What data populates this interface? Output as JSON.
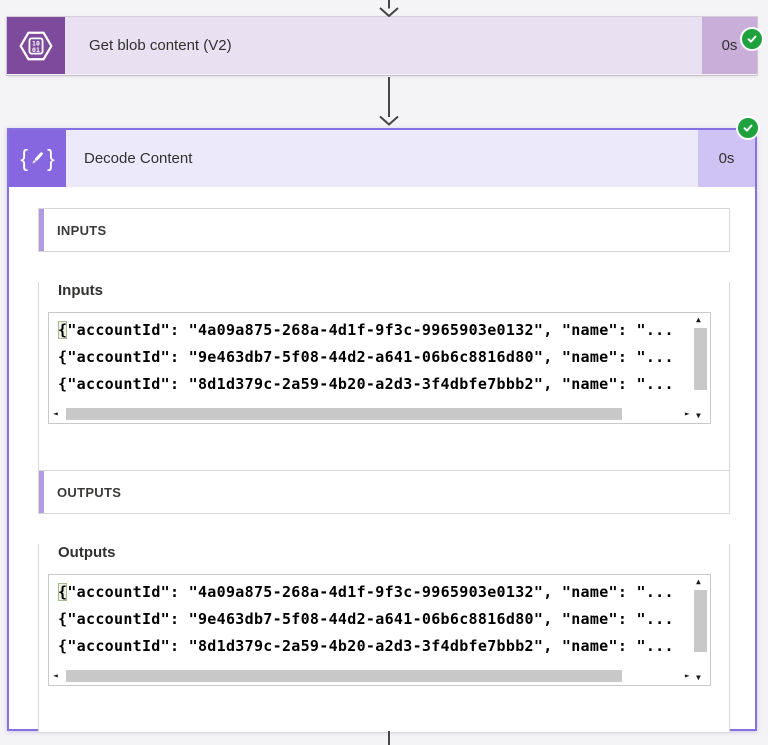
{
  "canvas": {
    "background": "#f4f3f6"
  },
  "status": {
    "state": "Succeeded",
    "success_color": "#1fa23e"
  },
  "scrollbar": {
    "up": "▲",
    "down": "▼",
    "left": "◄",
    "right": "►"
  },
  "card_get_blob": {
    "title": "Get blob content (V2)",
    "duration": "0s",
    "icon": {
      "name": "azure-blob-storage-icon",
      "digits_top": "10",
      "digits_bottom": "01"
    },
    "colors": {
      "icon_bg": "#7e4b9c",
      "header_bg": "#e9e0f2",
      "duration_bg": "#c9aeda"
    }
  },
  "card_decode": {
    "title": "Decode Content",
    "duration": "0s",
    "icon": {
      "name": "data-operations-icon",
      "brace_open": "{",
      "brace_close": "}"
    },
    "colors": {
      "icon_bg": "#8767df",
      "header_bg": "#ece9fb",
      "duration_bg": "#cfc3f3",
      "border": "#8671e3"
    },
    "sections": [
      {
        "header": "INPUTS",
        "label": "Inputs",
        "code": {
          "cursor_char": "{",
          "line1_rest": "\"accountId\": \"4a09a875-268a-4d1f-9f3c-9965903e0132\", \"name\": \"...",
          "line2": "{\"accountId\": \"9e463db7-5f08-44d2-a641-06b6c8816d80\", \"name\": \"...",
          "line3": "{\"accountId\": \"8d1d379c-2a59-4b20-a2d3-3f4dbfe7bbb2\", \"name\": \"..."
        }
      },
      {
        "header": "OUTPUTS",
        "label": "Outputs",
        "code": {
          "cursor_char": "{",
          "line1_rest": "\"accountId\": \"4a09a875-268a-4d1f-9f3c-9965903e0132\", \"name\": \"...",
          "line2": "{\"accountId\": \"9e463db7-5f08-44d2-a641-06b6c8816d80\", \"name\": \"...",
          "line3": "{\"accountId\": \"8d1d379c-2a59-4b20-a2d3-3f4dbfe7bbb2\", \"name\": \"..."
        }
      }
    ]
  }
}
